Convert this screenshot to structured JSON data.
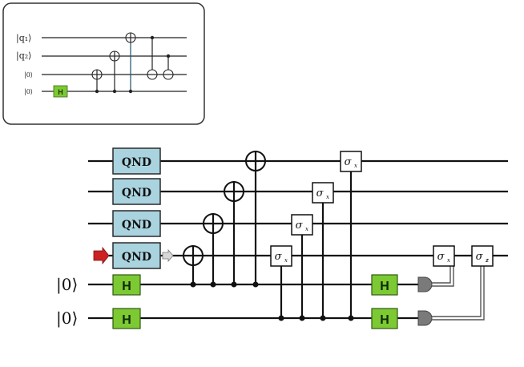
{
  "inset": {
    "labels": [
      "|q₁⟩",
      "|q₂⟩",
      "|0⟩",
      "|0⟩"
    ],
    "hadamard_label": "H"
  },
  "main": {
    "qnd_labels": [
      "QND",
      "QND",
      "QND",
      "QND"
    ],
    "ancilla_labels": [
      "|0⟩",
      "|0⟩"
    ],
    "hadamard_label": "H",
    "sigma_x": "σ",
    "sigma_x_sub": "x",
    "sigma_z": "σ",
    "sigma_z_sub": "z"
  },
  "colors": {
    "qnd_fill": "#a9d3df",
    "hadamard_fill": "#7dc934",
    "arrow_in": "#cc2222",
    "measure_fill": "#7a7a7a",
    "inset_border": "#333333"
  }
}
